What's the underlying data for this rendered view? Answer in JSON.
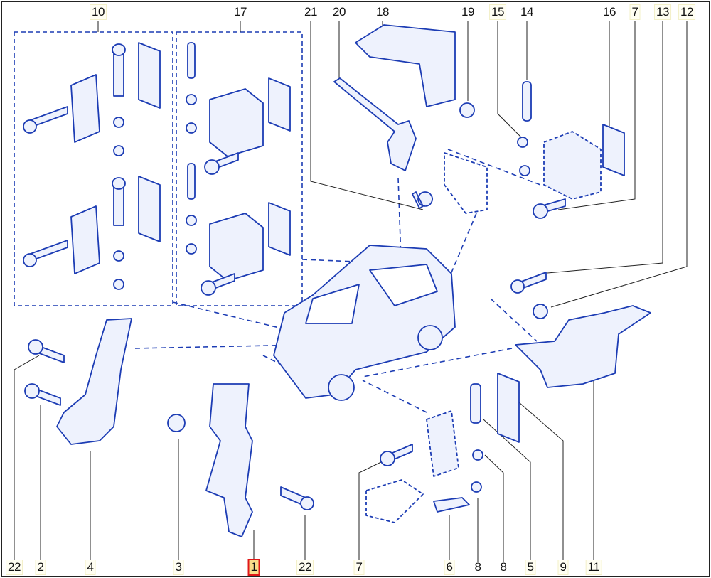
{
  "diagram": {
    "title": "",
    "highlighted_callout": "1",
    "colors": {
      "line": "#1c3cb4",
      "part_fill": "#eef2fd",
      "highlight_fill": "#f9dd8a",
      "highlight_border": "#e01818"
    },
    "top_callouts": [
      "10",
      "17",
      "21",
      "20",
      "18",
      "19",
      "15",
      "14",
      "16",
      "7",
      "13",
      "12"
    ],
    "bottom_callouts": [
      "22",
      "2",
      "4",
      "3",
      "1",
      "22",
      "7",
      "6",
      "8",
      "8",
      "5",
      "9",
      "11"
    ]
  }
}
